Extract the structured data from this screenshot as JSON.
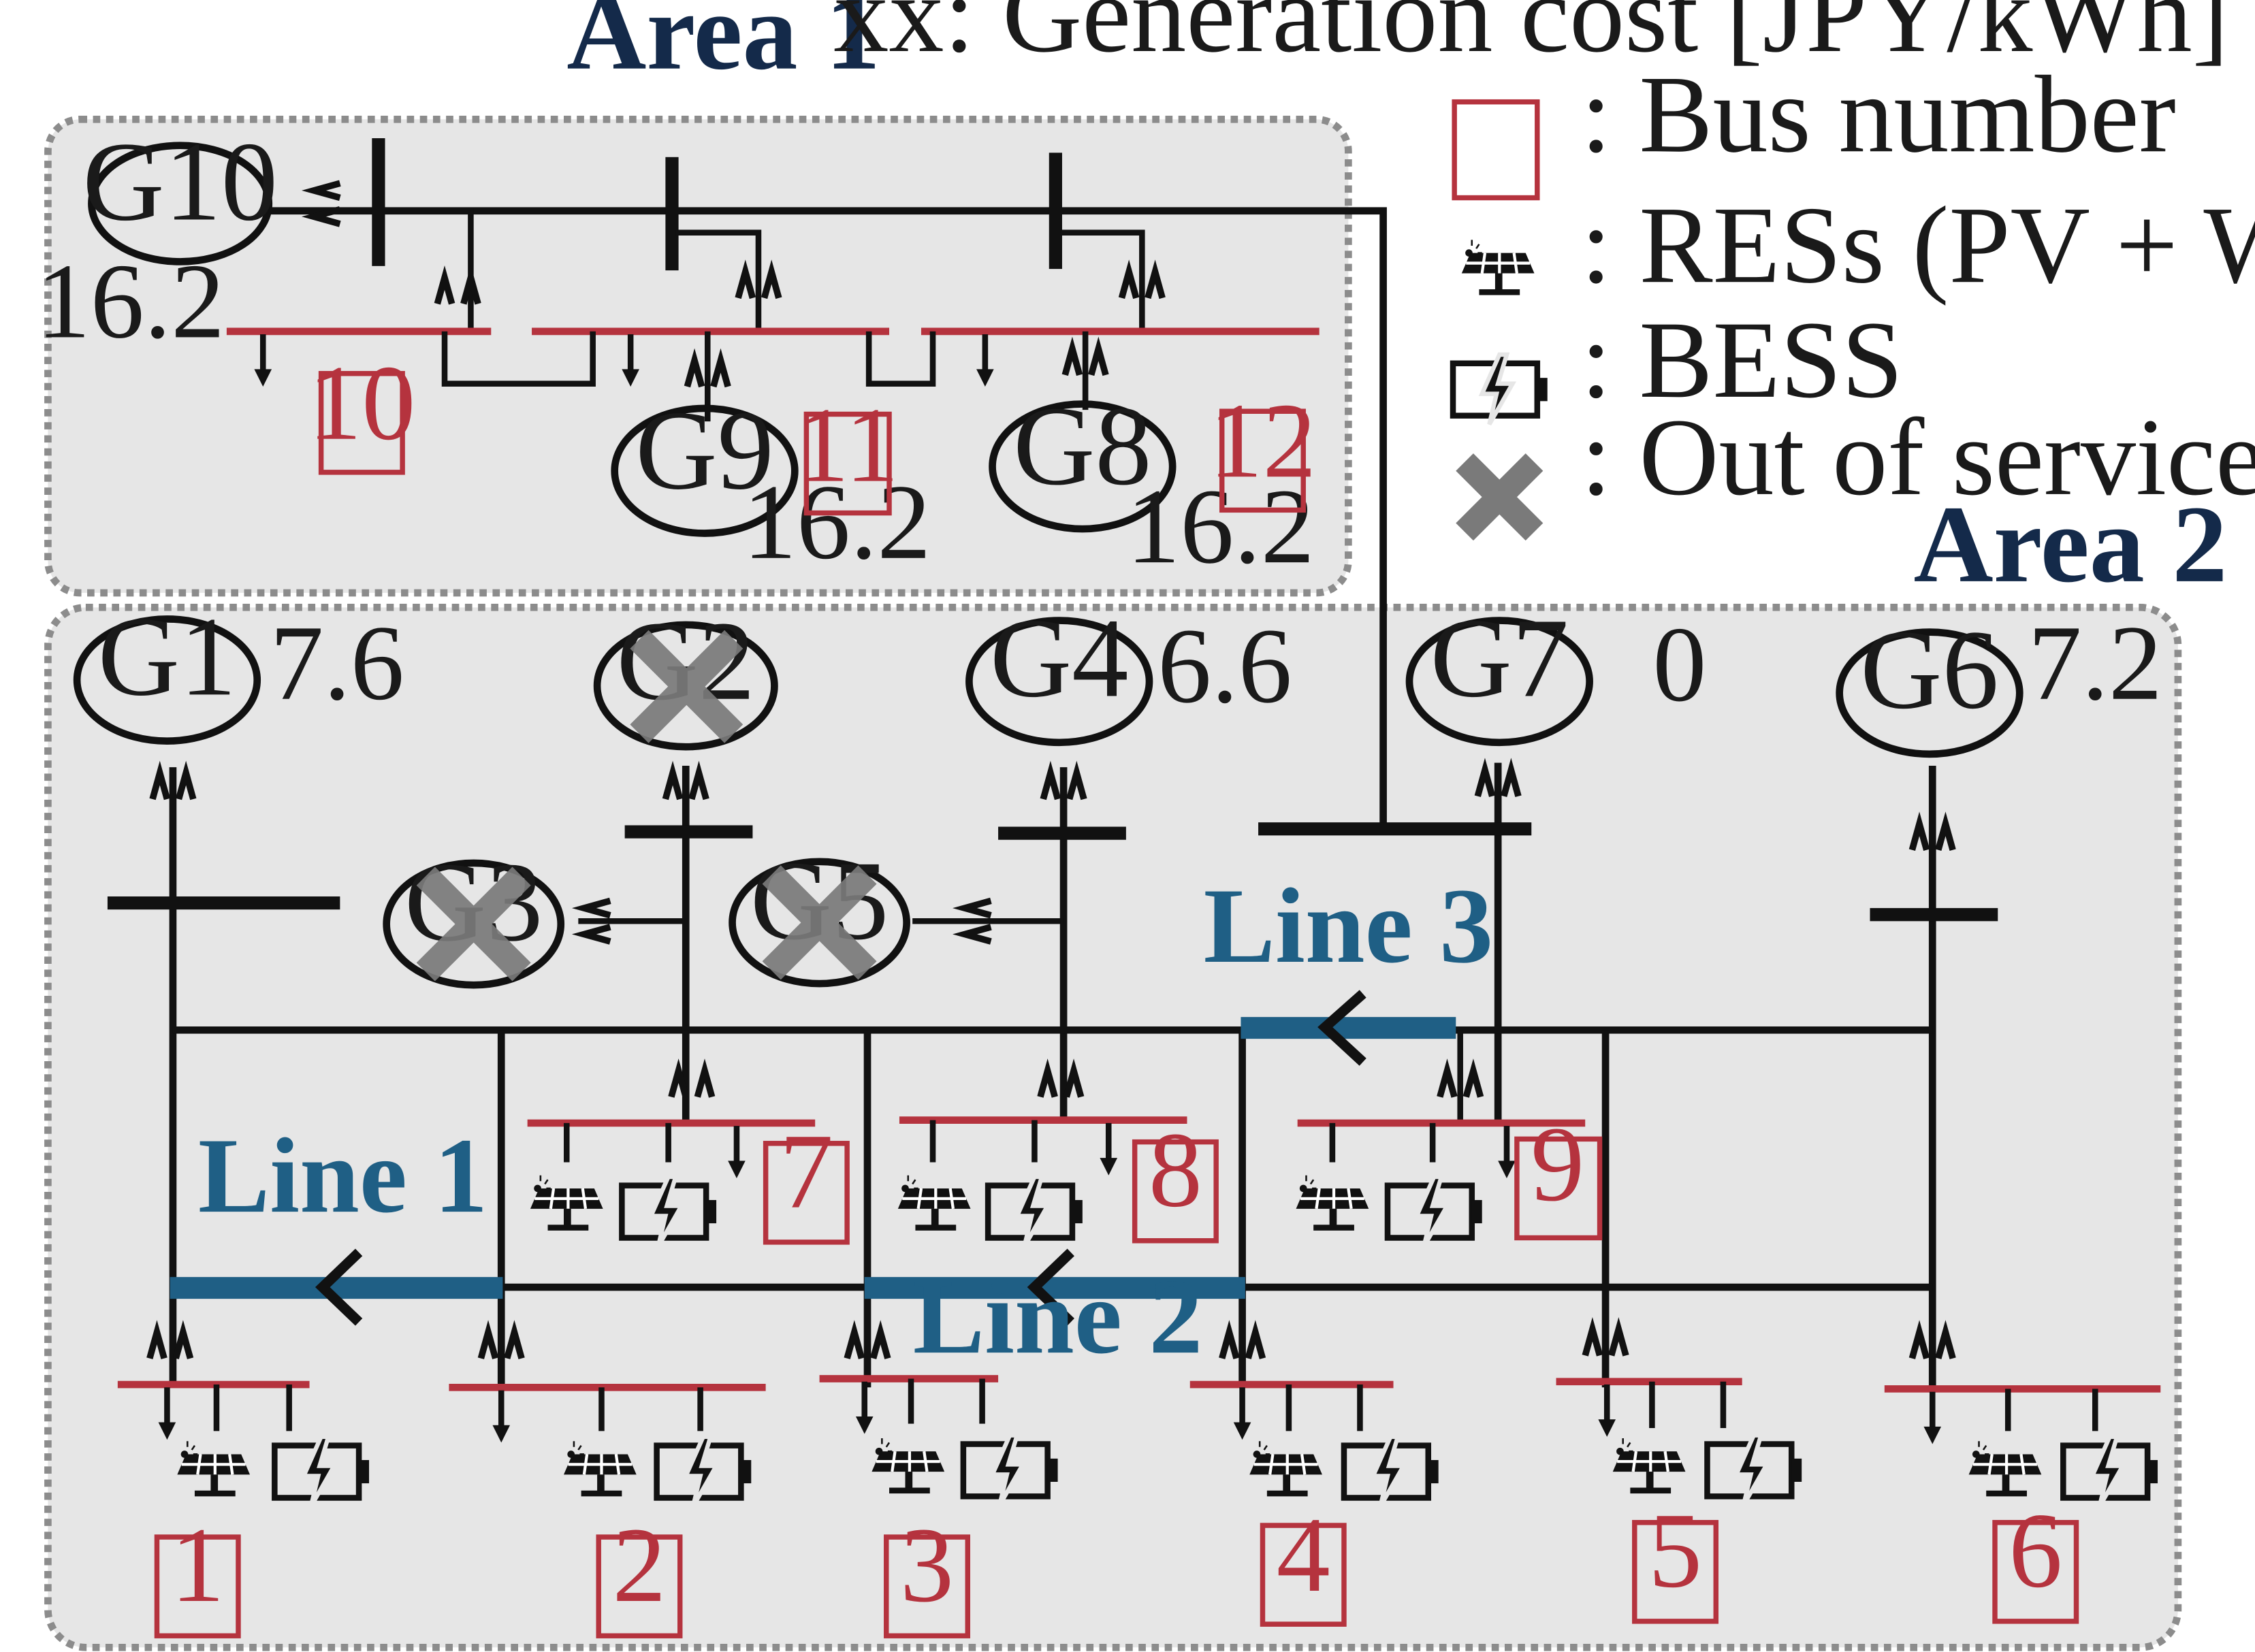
{
  "legend": {
    "title": "xx: Generation cost [JPY/kWh]",
    "bus_number": ": Bus number",
    "res": ": RESs (PV + WT)",
    "bess": ": BESS",
    "out_of_service": ": Out of service"
  },
  "areas": {
    "area1": "Area 1",
    "area2": "Area 2"
  },
  "lines": {
    "line1": "Line 1",
    "line2": "Line 2",
    "line3": "Line 3"
  },
  "generators": {
    "g1": {
      "label": "G1",
      "cost": "7.6",
      "out_of_service": false
    },
    "g2": {
      "label": "G2",
      "cost": "",
      "out_of_service": true
    },
    "g3": {
      "label": "G3",
      "cost": "",
      "out_of_service": true
    },
    "g4": {
      "label": "G4",
      "cost": "6.6",
      "out_of_service": false
    },
    "g5": {
      "label": "G5",
      "cost": "",
      "out_of_service": true
    },
    "g6": {
      "label": "G6",
      "cost": "7.2",
      "out_of_service": false
    },
    "g7": {
      "label": "G7",
      "cost": "0",
      "out_of_service": false
    },
    "g8": {
      "label": "G8",
      "cost": "16.2",
      "out_of_service": false
    },
    "g9": {
      "label": "G9",
      "cost": "16.2",
      "out_of_service": false
    },
    "g10": {
      "label": "G10",
      "cost": "16.2",
      "out_of_service": false
    }
  },
  "buses": [
    "1",
    "2",
    "3",
    "4",
    "5",
    "6",
    "7",
    "8",
    "9",
    "10",
    "11",
    "12"
  ],
  "colors": {
    "bus_bar": "#b5333e",
    "line_highlight": "#1f5f85",
    "area_fill": "#e6e6e6",
    "x_mark": "#7a7a7a",
    "area_title": "#142a4a"
  }
}
